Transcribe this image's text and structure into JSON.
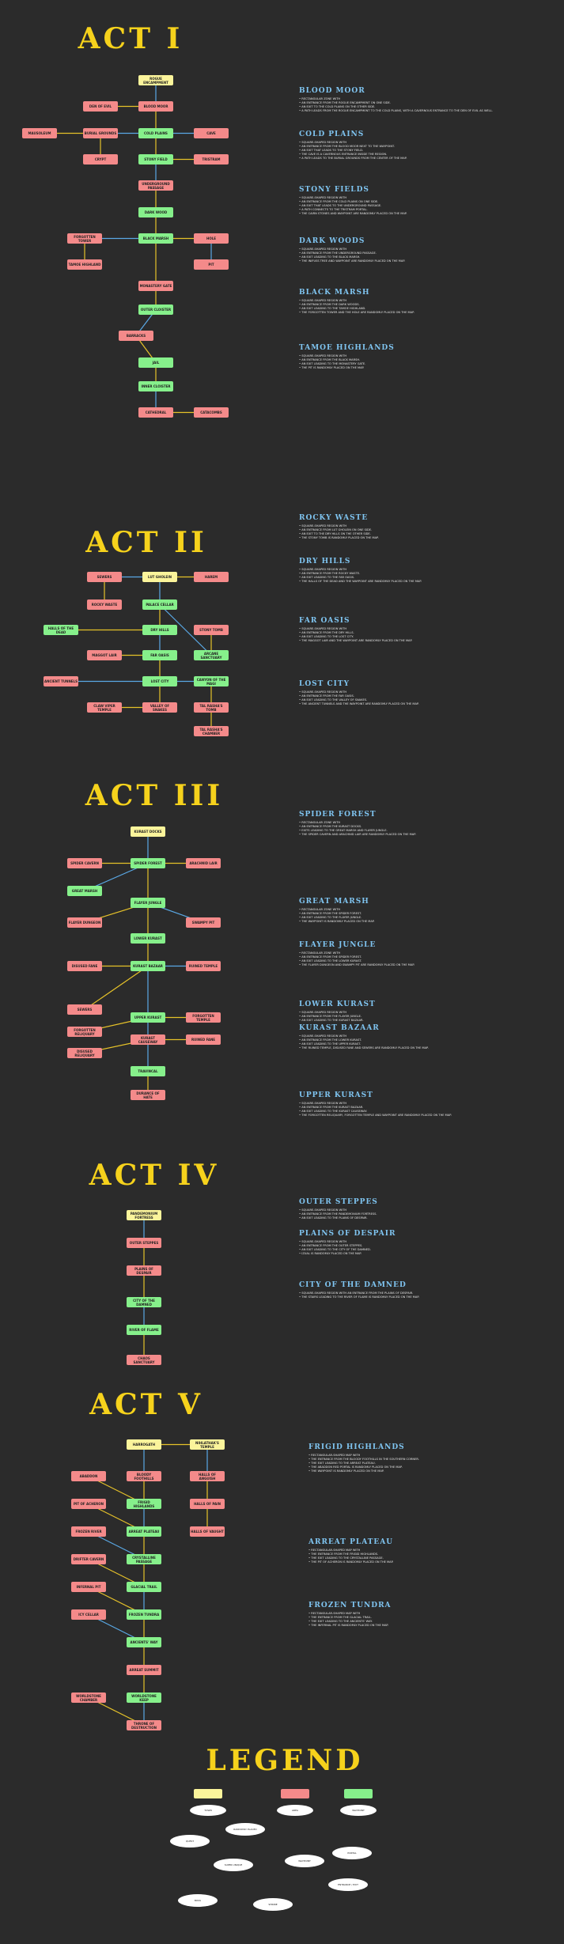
{
  "colors": {
    "background": "#2b2b2b",
    "title": "#f6d21c",
    "heading": "#7fc4f0",
    "area": "#f48a8a",
    "waypoint": "#86f08b",
    "start": "#fbf49b"
  },
  "acts": [
    {
      "title": "ACT I"
    },
    {
      "title": "ACT II"
    },
    {
      "title": "ACT III"
    },
    {
      "title": "ACT IV"
    },
    {
      "title": "ACT V"
    }
  ],
  "legend": {
    "title": "LEGEND"
  },
  "act1_nodes": [
    {
      "label": "ROGUE ENCAMPMENT",
      "type": "yellow"
    },
    {
      "label": "BLOOD MOOR",
      "type": "red"
    },
    {
      "label": "DEN OF EVIL",
      "type": "red"
    },
    {
      "label": "COLD PLAINS",
      "type": "green"
    },
    {
      "label": "CAVE",
      "type": "red"
    },
    {
      "label": "BURIAL GROUNDS",
      "type": "red"
    },
    {
      "label": "MAUSOLEUM",
      "type": "red"
    },
    {
      "label": "CRYPT",
      "type": "red"
    },
    {
      "label": "STONY FIELD",
      "type": "green"
    },
    {
      "label": "TRISTRAM",
      "type": "red"
    },
    {
      "label": "UNDERGROUND PASSAGE",
      "type": "red"
    },
    {
      "label": "DARK WOOD",
      "type": "green"
    },
    {
      "label": "BLACK MARSH",
      "type": "green"
    },
    {
      "label": "FORGOTTEN TOWER",
      "type": "red"
    },
    {
      "label": "HOLE",
      "type": "red"
    },
    {
      "label": "TAMOE HIGHLAND",
      "type": "red"
    },
    {
      "label": "PIT",
      "type": "red"
    },
    {
      "label": "MONASTERY GATE",
      "type": "red"
    },
    {
      "label": "OUTER CLOISTER",
      "type": "green"
    },
    {
      "label": "BARRACKS",
      "type": "red"
    },
    {
      "label": "JAIL",
      "type": "green"
    },
    {
      "label": "INNER CLOISTER",
      "type": "green"
    },
    {
      "label": "CATHEDRAL",
      "type": "red"
    },
    {
      "label": "CATACOMBS",
      "type": "red"
    }
  ],
  "act2_nodes": [
    {
      "label": "LUT GHOLEIN",
      "type": "yellow"
    },
    {
      "label": "SEWERS",
      "type": "red"
    },
    {
      "label": "HAREM",
      "type": "red"
    },
    {
      "label": "ROCKY WASTE",
      "type": "red"
    },
    {
      "label": "PALACE CELLAR",
      "type": "green"
    },
    {
      "label": "DRY HILLS",
      "type": "green"
    },
    {
      "label": "HALLS OF THE DEAD",
      "type": "green"
    },
    {
      "label": "FAR OASIS",
      "type": "green"
    },
    {
      "label": "MAGGOT LAIR",
      "type": "red"
    },
    {
      "label": "LOST CITY",
      "type": "green"
    },
    {
      "label": "ANCIENT TUNNELS",
      "type": "red"
    },
    {
      "label": "VALLEY OF SNAKES",
      "type": "red"
    },
    {
      "label": "CLAW VIPER TEMPLE",
      "type": "red"
    },
    {
      "label": "CANYON OF THE MAGI",
      "type": "green"
    },
    {
      "label": "TAL RASHA'S TOMB",
      "type": "red"
    },
    {
      "label": "TAL RASHA'S CHAMBER",
      "type": "red"
    },
    {
      "label": "ARCANE SANCTUARY",
      "type": "green"
    },
    {
      "label": "STONY TOMB",
      "type": "red"
    }
  ],
  "act3_nodes": [
    {
      "label": "KURAST DOCKS",
      "type": "yellow"
    },
    {
      "label": "SPIDER FOREST",
      "type": "green"
    },
    {
      "label": "SPIDER CAVERN",
      "type": "red"
    },
    {
      "label": "ARACHNID LAIR",
      "type": "red"
    },
    {
      "label": "GREAT MARSH",
      "type": "green"
    },
    {
      "label": "FLAYER JUNGLE",
      "type": "green"
    },
    {
      "label": "FLAYER DUNGEON",
      "type": "red"
    },
    {
      "label": "SWAMPY PIT",
      "type": "red"
    },
    {
      "label": "LOWER KURAST",
      "type": "green"
    },
    {
      "label": "KURAST BAZAAR",
      "type": "green"
    },
    {
      "label": "RUINED TEMPLE",
      "type": "red"
    },
    {
      "label": "DISUSED FANE",
      "type": "red"
    },
    {
      "label": "SEWERS",
      "type": "red"
    },
    {
      "label": "UPPER KURAST",
      "type": "green"
    },
    {
      "label": "FORGOTTEN RELIQUARY",
      "type": "red"
    },
    {
      "label": "FORGOTTEN TEMPLE",
      "type": "red"
    },
    {
      "label": "KURAST CAUSEWAY",
      "type": "red"
    },
    {
      "label": "DISUSED RELIQUARY",
      "type": "red"
    },
    {
      "label": "RUINED FANE",
      "type": "red"
    },
    {
      "label": "TRAVINCAL",
      "type": "green"
    },
    {
      "label": "DURANCE OF HATE",
      "type": "red"
    }
  ],
  "act4_nodes": [
    {
      "label": "PANDEMONIUM FORTRESS",
      "type": "yellow"
    },
    {
      "label": "OUTER STEPPES",
      "type": "red"
    },
    {
      "label": "PLAINS OF DESPAIR",
      "type": "red"
    },
    {
      "label": "CITY OF THE DAMNED",
      "type": "green"
    },
    {
      "label": "RIVER OF FLAME",
      "type": "green"
    },
    {
      "label": "CHAOS SANCTUARY",
      "type": "red"
    }
  ],
  "act5_nodes": [
    {
      "label": "HARROGATH",
      "type": "yellow"
    },
    {
      "label": "BLOODY FOOTHILLS",
      "type": "red"
    },
    {
      "label": "FRIGID HIGHLANDS",
      "type": "green"
    },
    {
      "label": "ABADDON",
      "type": "red"
    },
    {
      "label": "ARREAT PLATEAU",
      "type": "green"
    },
    {
      "label": "PIT OF ACHERON",
      "type": "red"
    },
    {
      "label": "CRYSTALLINE PASSAGE",
      "type": "green"
    },
    {
      "label": "FROZEN RIVER",
      "type": "red"
    },
    {
      "label": "GLACIAL TRAIL",
      "type": "green"
    },
    {
      "label": "DRIFTER CAVERN",
      "type": "red"
    },
    {
      "label": "FROZEN TUNDRA",
      "type": "green"
    },
    {
      "label": "INFERNAL PIT",
      "type": "red"
    },
    {
      "label": "ANCIENTS' WAY",
      "type": "green"
    },
    {
      "label": "ICY CELLAR",
      "type": "red"
    },
    {
      "label": "ARREAT SUMMIT",
      "type": "red"
    },
    {
      "label": "WORLDSTONE KEEP",
      "type": "green"
    },
    {
      "label": "THRONE OF DESTRUCTION",
      "type": "red"
    },
    {
      "label": "WORLDSTONE CHAMBER",
      "type": "red"
    },
    {
      "label": "NIHLATHAK'S TEMPLE",
      "type": "yellow"
    },
    {
      "label": "HALLS OF ANGUISH",
      "type": "red"
    },
    {
      "label": "HALLS OF PAIN",
      "type": "red"
    },
    {
      "label": "HALLS OF VAUGHT",
      "type": "red"
    }
  ],
  "sections": [
    {
      "heading": "BLOOD MOOR",
      "lines": [
        "• RECTANGULAR ZONE WITH",
        "   • AN ENTRANCE FROM THE ROGUE ENCAMPMENT ON ONE SIDE.",
        "   • AN EXIT TO THE COLD PLAINS ON THE OTHER SIDE.",
        "• A PATH LEADS FROM THE ROGUE ENCAMPMENT TO THE COLD PLAINS, WITH A CAVERNOUS ENTRANCE TO THE DEN OF EVIL AS WELL."
      ]
    },
    {
      "heading": "COLD PLAINS",
      "lines": [
        "• SQUARE-SHAPED REGION WITH",
        "   • AN ENTRANCE FROM THE BLOOD MOOR NEXT TO THE WAYPOINT.",
        "   • AN EXIT THAT LEADS TO THE STONY FIELD.",
        "• THE CAVE IS A CAVERNOUS ENTRANCE INSIDE THE REGION.",
        "• A PATH LEADS TO THE BURIAL GROUNDS FROM THE CENTER OF THE MAP."
      ]
    },
    {
      "heading": "STONY FIELDS",
      "lines": [
        "• SQUARE-SHAPED REGION WITH",
        "   • AN ENTRANCE FROM THE COLD PLAINS ON ONE SIDE.",
        "   • AN EXIT THAT LEADS TO THE UNDERGROUND PASSAGE.",
        "• A PATH CONNECTS TO THE TRISTRAM PORTAL.",
        "• THE CAIRN STONES AND WAYPOINT ARE RANDOMLY PLACED ON THE MAP."
      ]
    },
    {
      "heading": "DARK WOODS",
      "lines": [
        "• SQUARE-SHAPED REGION WITH",
        "   • AN ENTRANCE FROM THE UNDERGROUND PASSAGE.",
        "   • AN EXIT LEADING TO THE BLACK MARSH.",
        "• THE INIFUSS TREE AND WAYPOINT ARE RANDOMLY PLACED ON THE MAP."
      ]
    },
    {
      "heading": "BLACK MARSH",
      "lines": [
        "• SQUARE-SHAPED REGION WITH",
        "   • AN ENTRANCE FROM THE DARK WOODS.",
        "   • AN EXIT LEADING TO THE TAMOE HIGHLAND.",
        "• THE FORGOTTEN TOWER AND THE HOLE ARE RANDOMLY PLACED ON THE MAP."
      ]
    },
    {
      "heading": "TAMOE HIGHLANDS",
      "lines": [
        "• SQUARE-SHAPED REGION WITH",
        "   • AN ENTRANCE FROM THE BLACK MARSH.",
        "   • AN EXIT LEADING TO THE MONASTERY GATE.",
        "• THE PIT IS RANDOMLY PLACED ON THE MAP."
      ]
    },
    {
      "heading": "ROCKY WASTE",
      "lines": [
        "• SQUARE-SHAPED REGION WITH",
        "   • AN ENTRANCE FROM LUT GHOLEIN ON ONE SIDE.",
        "   • AN EXIT TO THE DRY HILLS ON THE OTHER SIDE.",
        "• THE STONY TOMB IS RANDOMLY PLACED ON THE MAP."
      ]
    },
    {
      "heading": "DRY HILLS",
      "lines": [
        "• SQUARE-SHAPED REGION WITH",
        "   • AN ENTRANCE FROM THE ROCKY WASTE.",
        "   • AN EXIT LEADING TO THE FAR OASIS.",
        "• THE HALLS OF THE DEAD AND THE WAYPOINT ARE RANDOMLY PLACED ON THE MAP."
      ]
    },
    {
      "heading": "FAR OASIS",
      "lines": [
        "• SQUARE-SHAPED REGION WITH",
        "   • AN ENTRANCE FROM THE DRY HILLS.",
        "   • AN EXIT LEADING TO THE LOST CITY.",
        "• THE MAGGOT LAIR AND THE WAYPOINT ARE RANDOMLY PLACED ON THE MAP."
      ]
    },
    {
      "heading": "LOST CITY",
      "lines": [
        "• SQUARE-SHAPED REGION WITH",
        "   • AN ENTRANCE FROM THE FAR OASIS.",
        "   • AN EXIT LEADING TO THE VALLEY OF SNAKES.",
        "• THE ANCIENT TUNNELS AND THE WAYPOINT ARE RANDOMLY PLACED ON THE MAP."
      ]
    },
    {
      "heading": "SPIDER FOREST",
      "lines": [
        "• RECTANGULAR ZONE WITH",
        "   • AN ENTRANCE FROM THE KURAST DOCKS.",
        "   • EXITS LEADING TO THE GREAT MARSH AND FLAYER JUNGLE.",
        "• THE SPIDER CAVERN AND ARACHNID LAIR ARE RANDOMLY PLACED ON THE MAP."
      ]
    },
    {
      "heading": "GREAT MARSH",
      "lines": [
        "• RECTANGULAR ZONE WITH",
        "   • AN ENTRANCE FROM THE SPIDER FOREST.",
        "   • AN EXIT LEADING TO THE FLAYER JUNGLE.",
        "• THE WAYPOINT IS RANDOMLY PLACED ON THE MAP."
      ]
    },
    {
      "heading": "FLAYER JUNGLE",
      "lines": [
        "• RECTANGULAR ZONE WITH",
        "   • AN ENTRANCE FROM THE SPIDER FOREST.",
        "   • AN EXIT LEADING TO THE LOWER KURAST.",
        "• THE FLAYER DUNGEON AND SWAMPY PIT ARE RANDOMLY PLACED ON THE MAP."
      ]
    },
    {
      "heading": "LOWER KURAST",
      "lines": [
        "• SQUARE-SHAPED REGION WITH",
        "   • AN ENTRANCE FROM THE FLAYER JUNGLE.",
        "   • AN EXIT LEADING TO THE KURAST BAZAAR."
      ]
    },
    {
      "heading": "KURAST BAZAAR",
      "lines": [
        "• SQUARE-SHAPED REGION WITH",
        "   • AN ENTRANCE FROM THE LOWER KURAST.",
        "   • AN EXIT LEADING TO THE UPPER KURAST.",
        "• THE RUINED TEMPLE, DISUSED FANE AND SEWERS ARE RANDOMLY PLACED ON THE MAP."
      ]
    },
    {
      "heading": "UPPER KURAST",
      "lines": [
        "• SQUARE-SHAPED REGION WITH",
        "   • AN ENTRANCE FROM THE KURAST BAZAAR.",
        "   • AN EXIT LEADING TO THE KURAST CAUSEWAY.",
        "• THE FORGOTTEN RELIQUARY, FORGOTTEN TEMPLE AND WAYPOINT ARE RANDOMLY PLACED ON THE MAP."
      ]
    },
    {
      "heading": "OUTER STEPPES",
      "lines": [
        "• SQUARE-SHAPED REGION WITH",
        "   • AN ENTRANCE FROM THE PANDEMONIUM FORTRESS.",
        "   • AN EXIT LEADING TO THE PLAINS OF DESPAIR."
      ]
    },
    {
      "heading": "PLAINS OF DESPAIR",
      "lines": [
        "• SQUARE-SHAPED REGION WITH",
        "   • AN ENTRANCE FROM THE OUTER STEPPES.",
        "   • AN EXIT LEADING TO THE CITY OF THE DAMNED.",
        "• IZUAL IS RANDOMLY PLACED ON THE MAP."
      ]
    },
    {
      "heading": "CITY OF THE DAMNED",
      "lines": [
        "• SQUARE-SHAPED REGION WITH AN ENTRANCE FROM THE PLAINS OF DESPAIR.",
        "• THE STAIRS LEADING TO THE RIVER OF FLAME IS RANDOMLY PLACED ON THE MAP."
      ]
    },
    {
      "heading": "FRIGID HIGHLANDS",
      "lines": [
        "• RECTANGULAR-SHAPED MAP WITH",
        "   • THE ENTRANCE FROM THE BLOODY FOOTHILLS IN THE SOUTHERN CORNER.",
        "   • THE EXIT LEADING TO THE ARREAT PLATEAU.",
        "• THE ABADDON RED PORTAL IS RANDOMLY PLACED ON THE MAP.",
        "• THE WAYPOINT IS RANDOMLY PLACED ON THE MAP."
      ]
    },
    {
      "heading": "ARREAT PLATEAU",
      "lines": [
        "• RECTANGULAR-SHAPED MAP WITH",
        "   • THE ENTRANCE FROM THE FRIGID HIGHLANDS.",
        "   • THE EXIT LEADING TO THE CRYSTALLINE PASSAGE.",
        "• THE PIT OF ACHERON IS RANDOMLY PLACED ON THE MAP."
      ]
    },
    {
      "heading": "FROZEN TUNDRA",
      "lines": [
        "• RECTANGULAR-SHAPED MAP WITH",
        "   • THE ENTRANCE FROM THE GLACIAL TRAIL.",
        "   • THE EXIT LEADING TO THE ANCIENTS' WAY.",
        "• THE INFERNAL PIT IS RANDOMLY PLACED ON THE MAP."
      ]
    }
  ],
  "legend_items": [
    {
      "label": "TOWN",
      "type": "yellow"
    },
    {
      "label": "AREA",
      "type": "red"
    },
    {
      "label": "WAYPOINT",
      "type": "green"
    }
  ],
  "legend_ellipses": [
    {
      "label": "QUEST"
    },
    {
      "label": "RANDOMLY PLACED"
    },
    {
      "label": "SUPER UNIQUE"
    },
    {
      "label": "WAYPOINT"
    },
    {
      "label": "PORTAL"
    },
    {
      "label": "ENTRANCE / EXIT"
    },
    {
      "label": "BOSS"
    },
    {
      "label": "SHRINE"
    }
  ]
}
